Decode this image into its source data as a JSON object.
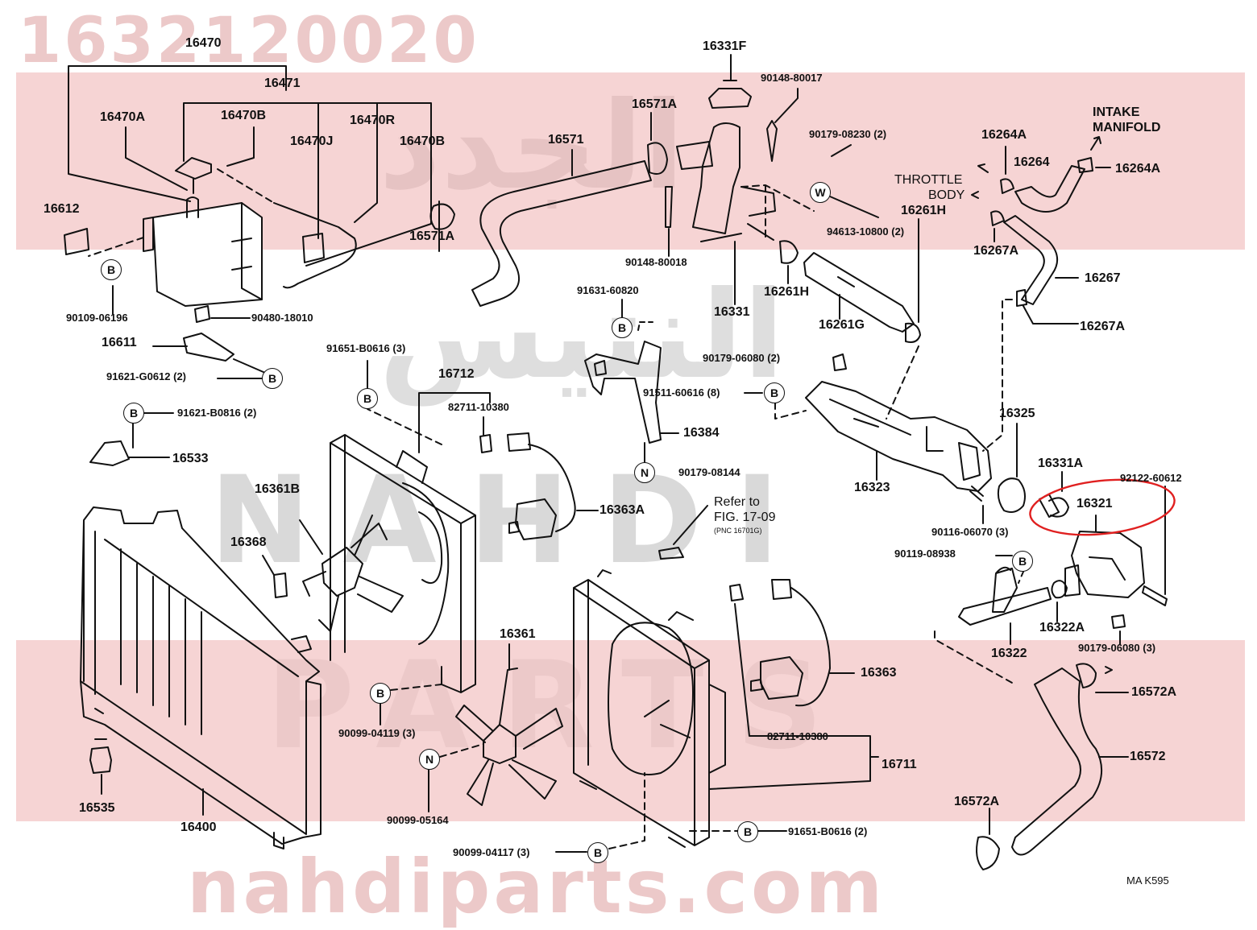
{
  "watermark": {
    "part_number": "1632120020",
    "arabic_top": "الجدد",
    "arabic_mid": "النتيس",
    "brand_row1": "NAHDI",
    "brand_row2": "PARTS",
    "site_url": "nahdiparts.com"
  },
  "figure_code": "MA K595",
  "highlight_color": "#e02020",
  "band_color": "#f6d4d4",
  "labels": {
    "l16470": "16470",
    "l16471": "16471",
    "l16470A": "16470A",
    "l16470B_a": "16470B",
    "l16470R": "16470R",
    "l16470J": "16470J",
    "l16470B_b": "16470B",
    "l16612": "16612",
    "l90109": "90109-06196",
    "l90480": "90480-18010",
    "l16611": "16611",
    "l91621G": "91621-G0612 (2)",
    "l91621B": "91621-B0816 (2)",
    "l16533": "16533",
    "l16331F": "16331F",
    "l90148_17": "90148-80017",
    "l16571A_t": "16571A",
    "l16571": "16571",
    "l16571A_b": "16571A",
    "l90148_18": "90148-80018",
    "l16331": "16331",
    "l90179_230": "90179-08230 (2)",
    "l94613": "94613-10800 (2)",
    "l16261H_a": "16261H",
    "l16261H_b": "16261H",
    "l16261G": "16261G",
    "l16264A_a": "16264A",
    "l16264": "16264",
    "l16264A_b": "16264A",
    "l_intake": "INTAKE",
    "l_manifold": "MANIFOLD",
    "l_throttle": "THROTTLE",
    "l_body": "BODY",
    "l16267A_a": "16267A",
    "l16267": "16267",
    "l16267A_b": "16267A",
    "l91631": "91631-60820",
    "l91651_3": "91651-B0616 (3)",
    "l16712": "16712",
    "l82711_a": "82711-10380",
    "l90179_6080_2": "90179-06080 (2)",
    "l91511": "91511-60616 (8)",
    "l16384": "16384",
    "l90179_8144": "90179-08144",
    "l16325": "16325",
    "l16323": "16323",
    "l16331A": "16331A",
    "l92122": "92122-60612",
    "l16321": "16321",
    "l90116": "90116-06070 (3)",
    "l90119": "90119-08938",
    "l16322A": "16322A",
    "l16322": "16322",
    "l90179_6080_3": "90179-06080 (3)",
    "l16361B": "16361B",
    "l16368": "16368",
    "l16363A": "16363A",
    "l_refer": "Refer to",
    "l_fig": "FIG. 17-09",
    "l_pnc": "(PNC 16701G)",
    "l16361": "16361",
    "l90099_4119": "90099-04119 (3)",
    "l90099_5164": "90099-05164",
    "l16363": "16363",
    "l82711_b": "82711-10380",
    "l16711": "16711",
    "l91651_2": "91651-B0616 (2)",
    "l90099_4117": "90099-04117 (3)",
    "l16535": "16535",
    "l16400": "16400",
    "l16572A_a": "16572A",
    "l16572": "16572",
    "l16572A_b": "16572A"
  },
  "badges": {
    "b": "B",
    "n": "N",
    "w": "W"
  }
}
